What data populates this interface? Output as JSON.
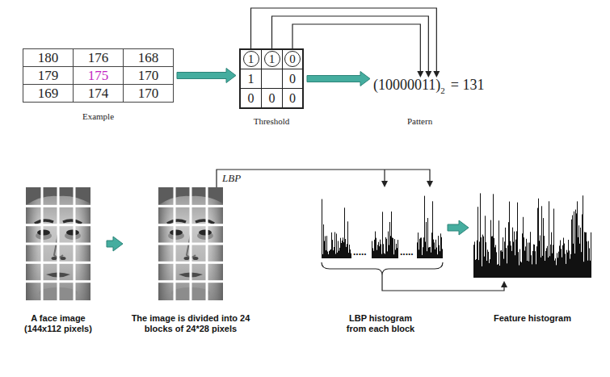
{
  "diagram": {
    "nodes": [
      {
        "text": [
          "180",
          "176",
          "168",
          "179",
          "175",
          "170",
          "169",
          "174",
          "170",
          "Example"
        ]
      },
      {
        "text": [
          "1",
          "1",
          "0",
          "1",
          "0",
          "0",
          "0",
          "0",
          "Threshold"
        ]
      },
      {
        "text": [
          "(10000011)",
          "2",
          "= 131",
          "Pattern"
        ]
      },
      {
        "text": [
          "A face image (144x112 pixels)"
        ]
      },
      {
        "text": [
          "The image is divided into 24 blocks of 24*28 pixels"
        ]
      },
      {
        "text": [
          "LBP histogram from each block"
        ]
      },
      {
        "text": [
          "Feature histogram"
        ]
      }
    ],
    "edges": [
      {
        "from": 0,
        "to": 1,
        "arrow": "to"
      },
      {
        "from": 1,
        "to": 2,
        "arrow": "to"
      },
      {
        "from": 3,
        "to": 4,
        "arrow": "to"
      },
      {
        "from": 4,
        "to": 5,
        "label": "LBP",
        "arrow": "to"
      },
      {
        "from": 5,
        "to": 6,
        "arrow": "to"
      }
    ],
    "labels": [
      ".....",
      "....."
    ]
  }
}
